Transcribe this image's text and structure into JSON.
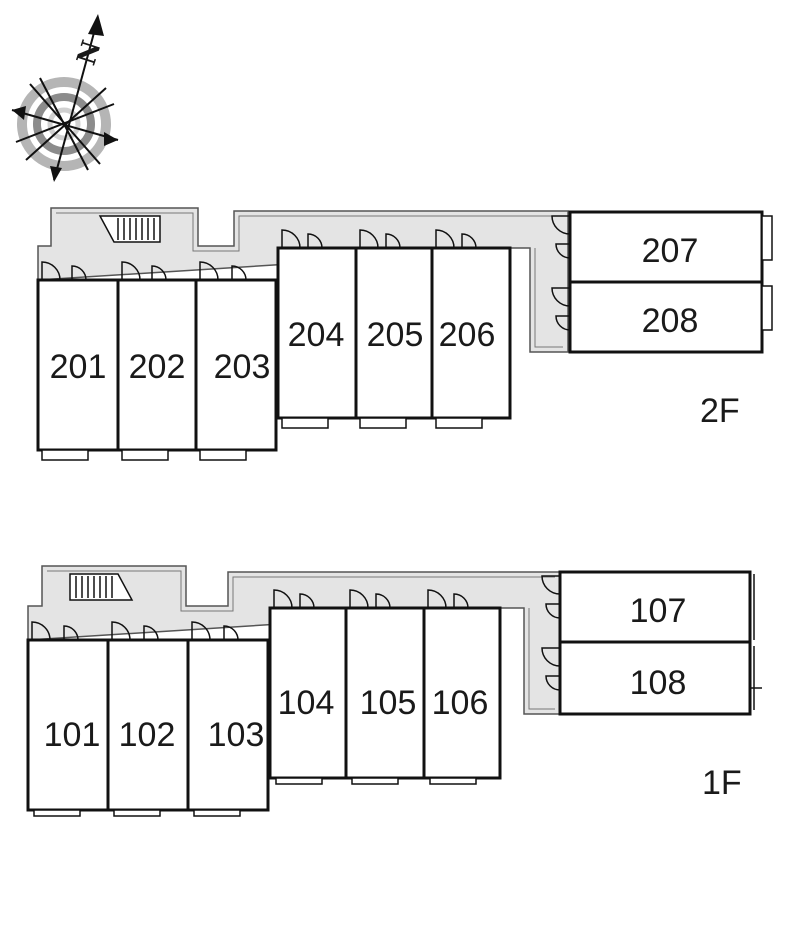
{
  "compass": {
    "north_label": "N",
    "icon": "compass-rose-icon"
  },
  "floors": [
    {
      "id": "2f",
      "label": "2F",
      "units": [
        "201",
        "202",
        "203",
        "204",
        "205",
        "206",
        "207",
        "208"
      ]
    },
    {
      "id": "1f",
      "label": "1F",
      "units": [
        "101",
        "102",
        "103",
        "104",
        "105",
        "106",
        "107",
        "108"
      ]
    }
  ],
  "colors": {
    "corridor": "#e4e4e4",
    "wall": "#111111",
    "unit_fill": "#ffffff",
    "compass_ring": "#b5b5b5"
  }
}
